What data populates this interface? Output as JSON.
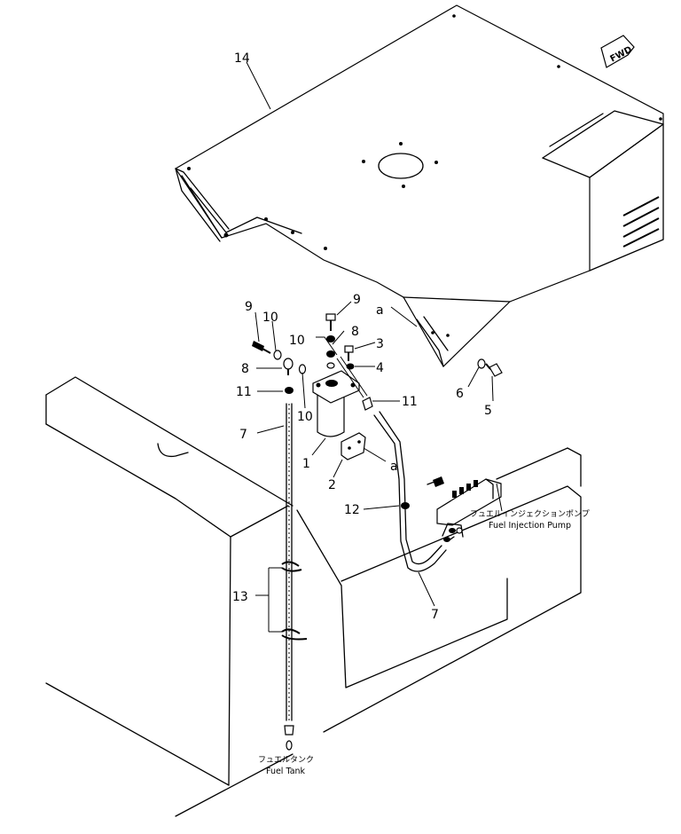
{
  "labels": {
    "l14": "14",
    "fwd": "FWD",
    "l9a": "9",
    "l10a": "10",
    "l9b": "9",
    "l8a": "8",
    "l10b": "10",
    "l3": "3",
    "l8b": "8",
    "l4": "4",
    "l11a": "11",
    "l11b": "11",
    "l10c": "10",
    "l7a": "7",
    "l1": "1",
    "l2": "2",
    "la1": "a",
    "la2": "a",
    "l6": "6",
    "l5": "5",
    "l12": "12",
    "l13": "13",
    "l7b": "7"
  },
  "callouts": {
    "pump_jp": "フュエルインジェクションポンプ",
    "pump_en": "Fuel Injection Pump",
    "tank_jp": "フュエルタンク",
    "tank_en": "Fuel Tank"
  }
}
